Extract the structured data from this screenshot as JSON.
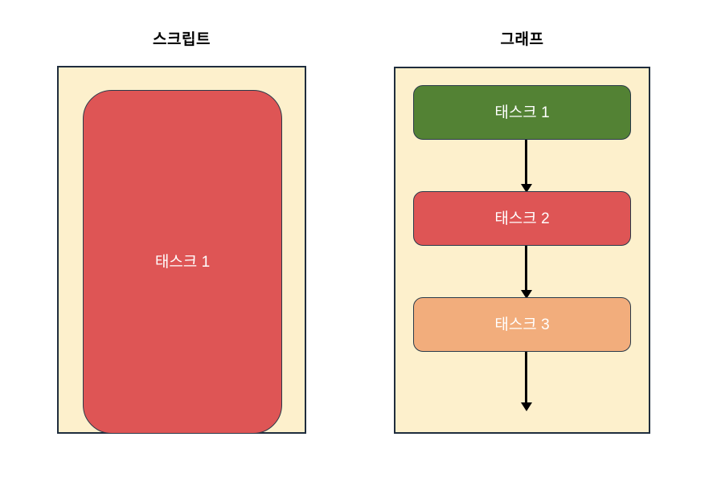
{
  "panels": [
    {
      "key": "script",
      "title": "스크립트",
      "background_color": "#FDF0CC",
      "border_color": "#1F2D3D",
      "nodes": [
        {
          "key": "script-task-1",
          "label": "태스크 1",
          "fill_color": "#DE5555",
          "text_color": "#FFFFFF",
          "shape": "rounded-rectangle"
        }
      ]
    },
    {
      "key": "graph",
      "title": "그래프",
      "background_color": "#FDF0CC",
      "border_color": "#1F2D3D",
      "nodes": [
        {
          "key": "graph-task-1",
          "label": "태스크 1",
          "fill_color": "#538234",
          "text_color": "#FFFFFF",
          "shape": "rounded-rectangle"
        },
        {
          "key": "graph-task-2",
          "label": "태스크 2",
          "fill_color": "#DE5555",
          "text_color": "#FFFFFF",
          "shape": "rounded-rectangle"
        },
        {
          "key": "graph-task-3",
          "label": "태스크 3",
          "fill_color": "#F2AD7C",
          "text_color": "#FFFFFF",
          "shape": "rounded-rectangle"
        }
      ],
      "connectors": [
        {
          "key": "graph-task-1-to-2",
          "from": "graph-task-1",
          "to": "graph-task-2",
          "direction": "down",
          "color": "#000000",
          "arrowhead": "filled-triangle"
        },
        {
          "key": "graph-task-2-to-3",
          "from": "graph-task-2",
          "to": "graph-task-3",
          "direction": "down",
          "color": "#000000",
          "arrowhead": "filled-triangle"
        },
        {
          "key": "graph-task-3-to-end",
          "from": "graph-task-3",
          "to": "",
          "direction": "down",
          "color": "#000000",
          "arrowhead": "filled-triangle"
        }
      ]
    }
  ],
  "canvas": {
    "background_color": "#FFFFFF"
  }
}
